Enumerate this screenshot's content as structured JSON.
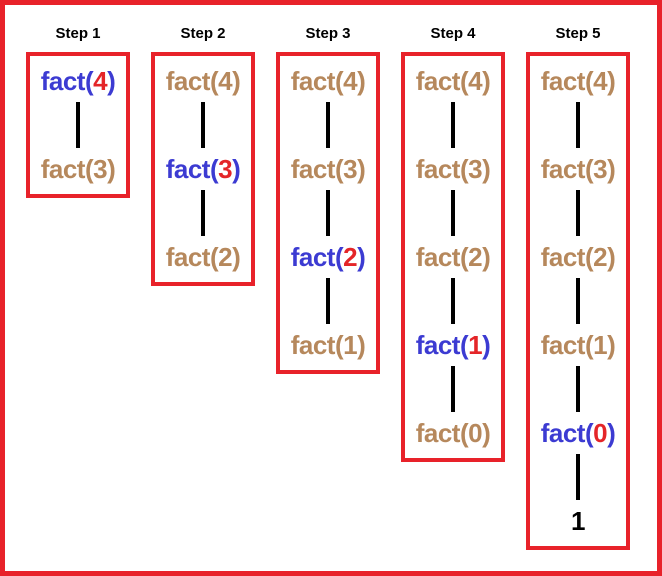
{
  "colors": {
    "frame_red": "#E8222A",
    "box_red": "#E8222A",
    "call_brown": "#B6885C",
    "active_blue": "#3C3BD2",
    "active_arg_red": "#E42528",
    "text_black": "#000000",
    "background": "#FFFFFF"
  },
  "diagram": {
    "steps": [
      {
        "label": "Step 1",
        "calls": [
          {
            "fn": "fact",
            "arg": "4",
            "active": true
          },
          {
            "fn": "fact",
            "arg": "3"
          }
        ]
      },
      {
        "label": "Step 2",
        "calls": [
          {
            "fn": "fact",
            "arg": "4"
          },
          {
            "fn": "fact",
            "arg": "3",
            "active": true
          },
          {
            "fn": "fact",
            "arg": "2"
          }
        ]
      },
      {
        "label": "Step 3",
        "calls": [
          {
            "fn": "fact",
            "arg": "4"
          },
          {
            "fn": "fact",
            "arg": "3"
          },
          {
            "fn": "fact",
            "arg": "2",
            "active": true
          },
          {
            "fn": "fact",
            "arg": "1"
          }
        ]
      },
      {
        "label": "Step 4",
        "calls": [
          {
            "fn": "fact",
            "arg": "4"
          },
          {
            "fn": "fact",
            "arg": "3"
          },
          {
            "fn": "fact",
            "arg": "2"
          },
          {
            "fn": "fact",
            "arg": "1",
            "active": true
          },
          {
            "fn": "fact",
            "arg": "0"
          }
        ]
      },
      {
        "label": "Step 5",
        "calls": [
          {
            "fn": "fact",
            "arg": "4"
          },
          {
            "fn": "fact",
            "arg": "3"
          },
          {
            "fn": "fact",
            "arg": "2"
          },
          {
            "fn": "fact",
            "arg": "1"
          },
          {
            "fn": "fact",
            "arg": "0",
            "active": true
          },
          {
            "result": "1"
          }
        ]
      }
    ]
  }
}
